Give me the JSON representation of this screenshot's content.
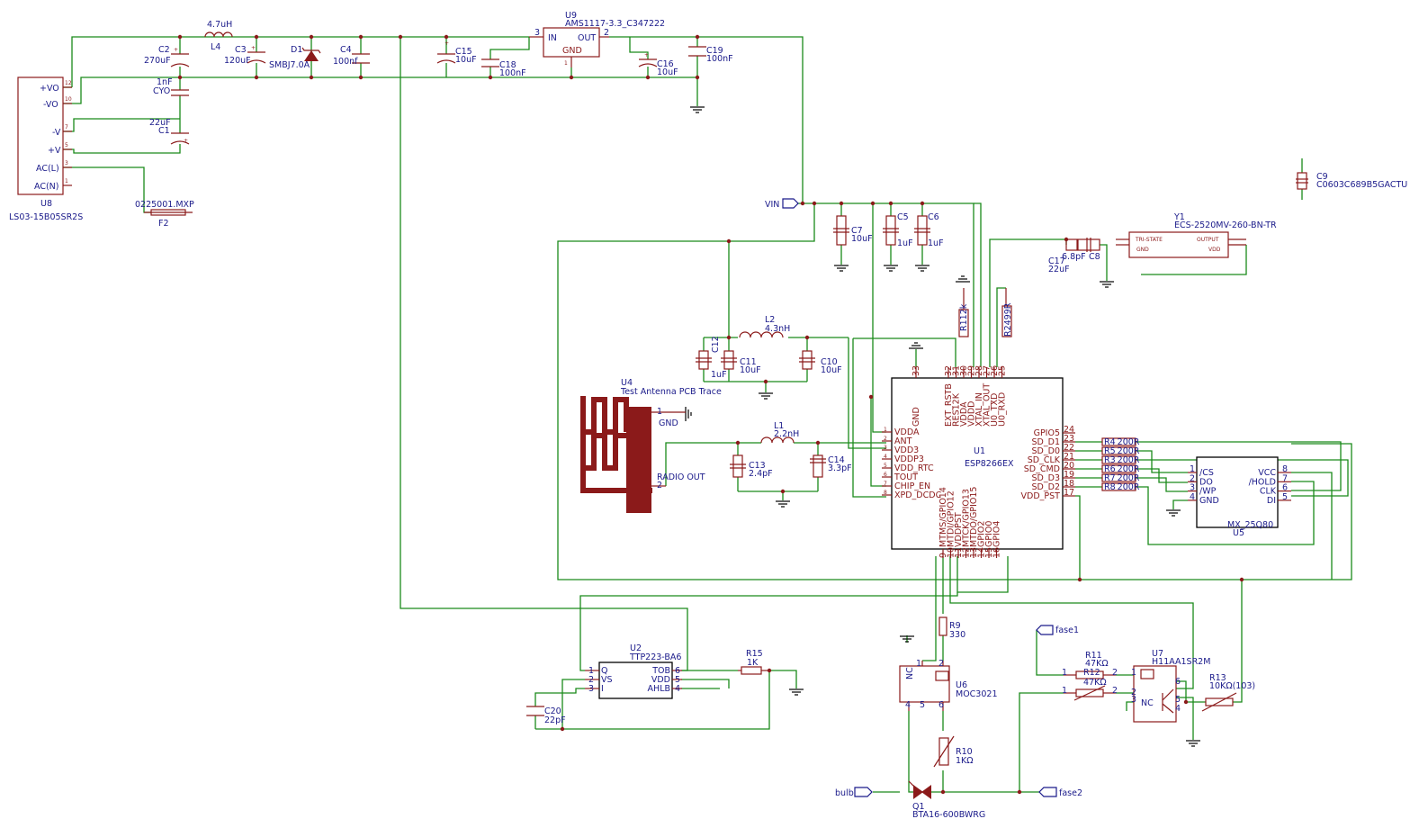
{
  "components": {
    "U8": {
      "ref": "U8",
      "value": "LS03-15B05SR2S",
      "pins": [
        "+VO",
        "-VO",
        "-V",
        "+V",
        "AC(L)",
        "AC(N)"
      ],
      "pin_nums": [
        "12",
        "10",
        "7",
        "5",
        "3",
        "1"
      ]
    },
    "F2": {
      "ref": "F2",
      "value": "0225001.MXP"
    },
    "L4": {
      "ref": "L4",
      "value": "4.7uH"
    },
    "C2": {
      "ref": "C2",
      "value": "270uF"
    },
    "C3": {
      "ref": "C3",
      "value": "120uF"
    },
    "D1": {
      "ref": "D1",
      "value": "SMBJ7.0A"
    },
    "C4": {
      "ref": "C4",
      "value": "100nf"
    },
    "CYO": {
      "ref": "CYO",
      "value": "1nF"
    },
    "C1": {
      "ref": "C1",
      "value": "22uF"
    },
    "C15": {
      "ref": "C15",
      "value": "10uF"
    },
    "C18": {
      "ref": "C18",
      "value": "100nF"
    },
    "U9": {
      "ref": "U9",
      "value": "AMS1117-3.3_C347222",
      "pins": [
        "IN",
        "OUT",
        "GND"
      ],
      "pin_nums": [
        "3",
        "2",
        "1"
      ]
    },
    "C16": {
      "ref": "C16",
      "value": "10uF"
    },
    "C19": {
      "ref": "C19",
      "value": "100nF"
    },
    "C7": {
      "ref": "C7",
      "value": "10uF"
    },
    "C5": {
      "ref": "C5",
      "value": "1uF"
    },
    "C6": {
      "ref": "C6",
      "value": "1uF"
    },
    "C9": {
      "ref": "C9",
      "value": "C0603C689B5GACTU"
    },
    "Y1": {
      "ref": "Y1",
      "value": "ECS-2520MV-260-BN-TR",
      "pins": [
        "TRI-STATE",
        "OUTPUT",
        "GND",
        "VDD"
      ]
    },
    "C17": {
      "ref": "C17",
      "value": "22uF"
    },
    "C8": {
      "ref": "C8",
      "value": "6.8pF"
    },
    "R1": {
      "ref": "R1",
      "value": "12k"
    },
    "R2": {
      "ref": "R2",
      "value": "499R"
    },
    "L2": {
      "ref": "L2",
      "value": "4.3nH"
    },
    "C12": {
      "ref": "C12",
      "value": "1uF"
    },
    "C11": {
      "ref": "C11",
      "value": "10uF"
    },
    "C10": {
      "ref": "C10",
      "value": "10uF"
    },
    "U4": {
      "ref": "U4",
      "value": "Test Antenna PCB Trace",
      "pins": [
        "GND",
        "RADIO OUT"
      ]
    },
    "L1": {
      "ref": "L1",
      "value": "2.2nH"
    },
    "C13": {
      "ref": "C13",
      "value": "2.4pF"
    },
    "C14": {
      "ref": "C14",
      "value": "3.3pF"
    },
    "U1": {
      "ref": "U1",
      "value": "ESP8266EX",
      "left_pins": [
        {
          "n": "1",
          "name": "VDDA"
        },
        {
          "n": "2",
          "name": "ANT"
        },
        {
          "n": "3",
          "name": "VDD3"
        },
        {
          "n": "4",
          "name": "VDDP3"
        },
        {
          "n": "5",
          "name": "VDD_RTC"
        },
        {
          "n": "6",
          "name": "TOUT"
        },
        {
          "n": "7",
          "name": "CHIP_EN"
        },
        {
          "n": "8",
          "name": "XPD_DCDC"
        }
      ],
      "top_pins": [
        {
          "n": "33",
          "name": "GND"
        },
        {
          "n": "32",
          "name": "EXT_RSTB"
        },
        {
          "n": "31",
          "name": "RES12K"
        },
        {
          "n": "30",
          "name": "VDDA"
        },
        {
          "n": "29",
          "name": "VDDD"
        },
        {
          "n": "28",
          "name": "XTAL_IN"
        },
        {
          "n": "27",
          "name": "XTAL_OUT"
        },
        {
          "n": "26",
          "name": "U0_TXD"
        },
        {
          "n": "25",
          "name": "U0_RXD"
        }
      ],
      "right_pins": [
        {
          "n": "24",
          "name": "GPIO5"
        },
        {
          "n": "23",
          "name": "SD_D1"
        },
        {
          "n": "22",
          "name": "SD_D0"
        },
        {
          "n": "21",
          "name": "SD_CLK"
        },
        {
          "n": "20",
          "name": "SD_CMD"
        },
        {
          "n": "19",
          "name": "SD_D3"
        },
        {
          "n": "18",
          "name": "SD_D2"
        },
        {
          "n": "17",
          "name": "VDD_PST"
        }
      ],
      "bottom_pins": [
        {
          "n": "9",
          "name": "MTMS/GPIO14"
        },
        {
          "n": "10",
          "name": "MTDI/GPIO12"
        },
        {
          "n": "11",
          "name": "VDDPST"
        },
        {
          "n": "12",
          "name": "MTCK/GPIO13"
        },
        {
          "n": "13",
          "name": "MTDO/GPIO15"
        },
        {
          "n": "14",
          "name": "GPIO2"
        },
        {
          "n": "15",
          "name": "GPIO0"
        },
        {
          "n": "16",
          "name": "GPIO4"
        }
      ]
    },
    "R4": {
      "ref": "R4",
      "value": "200R"
    },
    "R5": {
      "ref": "R5",
      "value": "200R"
    },
    "R3": {
      "ref": "R3",
      "value": "200R"
    },
    "R6": {
      "ref": "R6",
      "value": "200R"
    },
    "R7": {
      "ref": "R7",
      "value": "200R"
    },
    "R8": {
      "ref": "R8",
      "value": "200R"
    },
    "U5": {
      "ref": "U5",
      "value": "MX_25Q80",
      "left_pins": [
        {
          "n": "1",
          "name": "/CS"
        },
        {
          "n": "2",
          "name": "DO"
        },
        {
          "n": "3",
          "name": "/WP"
        },
        {
          "n": "4",
          "name": "GND"
        }
      ],
      "right_pins": [
        {
          "n": "8",
          "name": "VCC"
        },
        {
          "n": "7",
          "name": "/HOLD"
        },
        {
          "n": "6",
          "name": "CLK"
        },
        {
          "n": "5",
          "name": "DI"
        }
      ]
    },
    "U2": {
      "ref": "U2",
      "value": "TTP223-BA6",
      "left_pins": [
        {
          "n": "1",
          "name": "Q"
        },
        {
          "n": "2",
          "name": "VS"
        },
        {
          "n": "3",
          "name": "I"
        }
      ],
      "right_pins": [
        {
          "n": "6",
          "name": "TOB"
        },
        {
          "n": "5",
          "name": "VDD"
        },
        {
          "n": "4",
          "name": "AHLB"
        }
      ]
    },
    "R15": {
      "ref": "R15",
      "value": "1K"
    },
    "C20": {
      "ref": "C20",
      "value": "22pF"
    },
    "R9": {
      "ref": "R9",
      "value": "330"
    },
    "U6": {
      "ref": "U6",
      "value": "MOC3021",
      "pin_nc": "NC",
      "pins": [
        "1",
        "2",
        "4",
        "5",
        "6"
      ]
    },
    "R10": {
      "ref": "R10",
      "value": "1KΩ"
    },
    "Q1": {
      "ref": "Q1",
      "value": "BTA16-600BWRG"
    },
    "R11": {
      "ref": "R11",
      "value": "47KΩ"
    },
    "R12": {
      "ref": "R12",
      "value": "47KΩ"
    },
    "U7": {
      "ref": "U7",
      "value": "H11AA1SR2M",
      "pin_nc": "NC"
    },
    "R13": {
      "ref": "R13",
      "value": "10KΩ(103)"
    }
  },
  "nets": {
    "vin": "VIN",
    "fase1": "fase1",
    "fase2": "fase2",
    "bulb": "bulb"
  },
  "colors": {
    "wire": "#1a8a1a",
    "part": "#8b1a1a",
    "label": "#1a1a8a",
    "outline": "#000000"
  }
}
